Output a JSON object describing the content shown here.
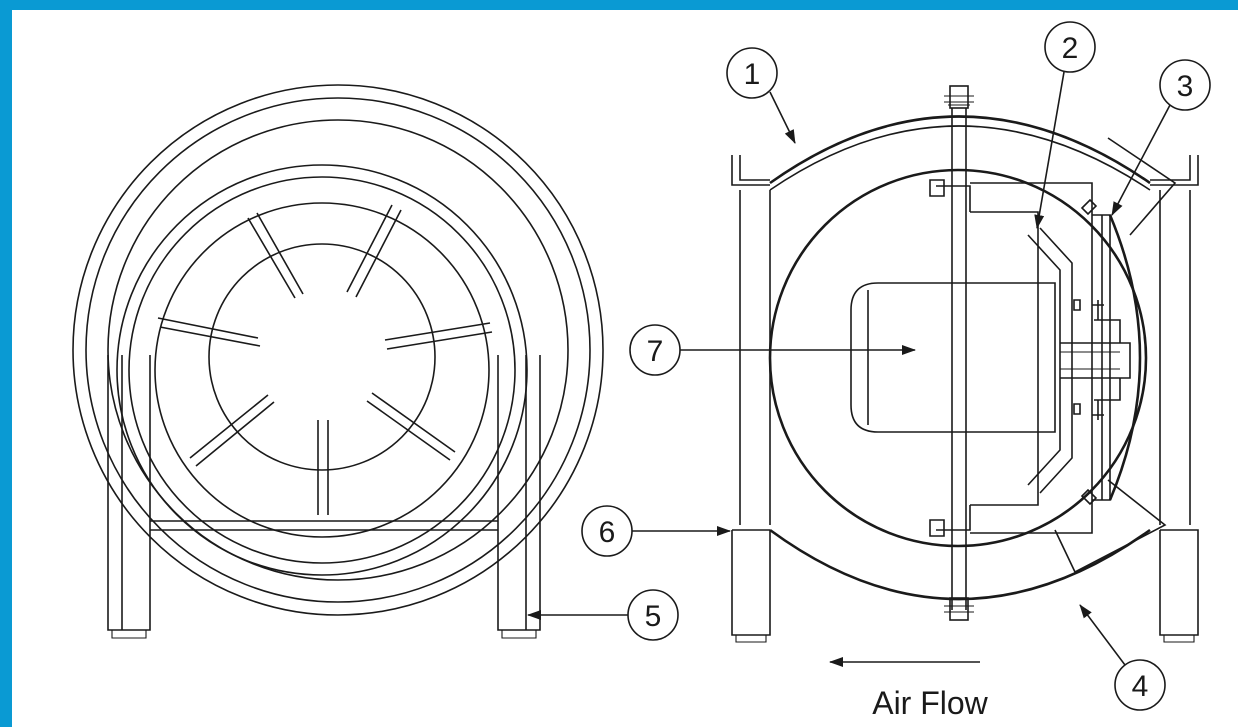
{
  "callouts": [
    {
      "id": "1",
      "label": "1"
    },
    {
      "id": "2",
      "label": "2"
    },
    {
      "id": "3",
      "label": "3"
    },
    {
      "id": "4",
      "label": "4"
    },
    {
      "id": "5",
      "label": "5"
    },
    {
      "id": "6",
      "label": "6"
    },
    {
      "id": "7",
      "label": "7"
    }
  ],
  "airflow": {
    "label": "Air Flow"
  },
  "colors": {
    "frame": "#0a9ad3",
    "background": "#ffffff",
    "ink": "#1a1a1a"
  }
}
